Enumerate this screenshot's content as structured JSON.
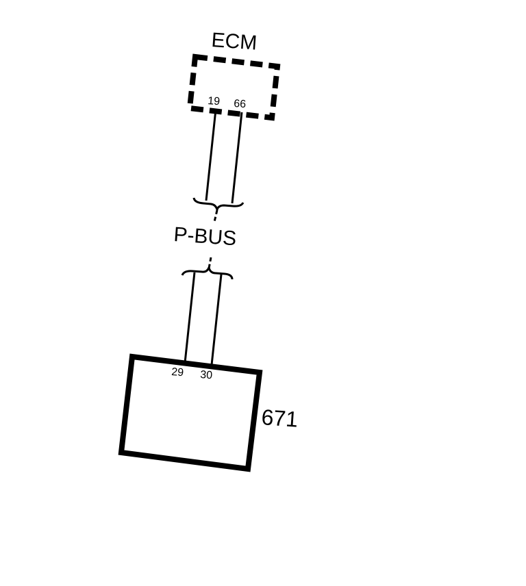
{
  "diagram": {
    "ecm": {
      "label": "ECM",
      "pin_a": "19",
      "pin_b": "66"
    },
    "bus": {
      "label": "P-BUS"
    },
    "module": {
      "label": "671",
      "pin_a": "29",
      "pin_b": "30"
    }
  },
  "colors": {
    "ink": "#000000",
    "background": "#ffffff"
  }
}
